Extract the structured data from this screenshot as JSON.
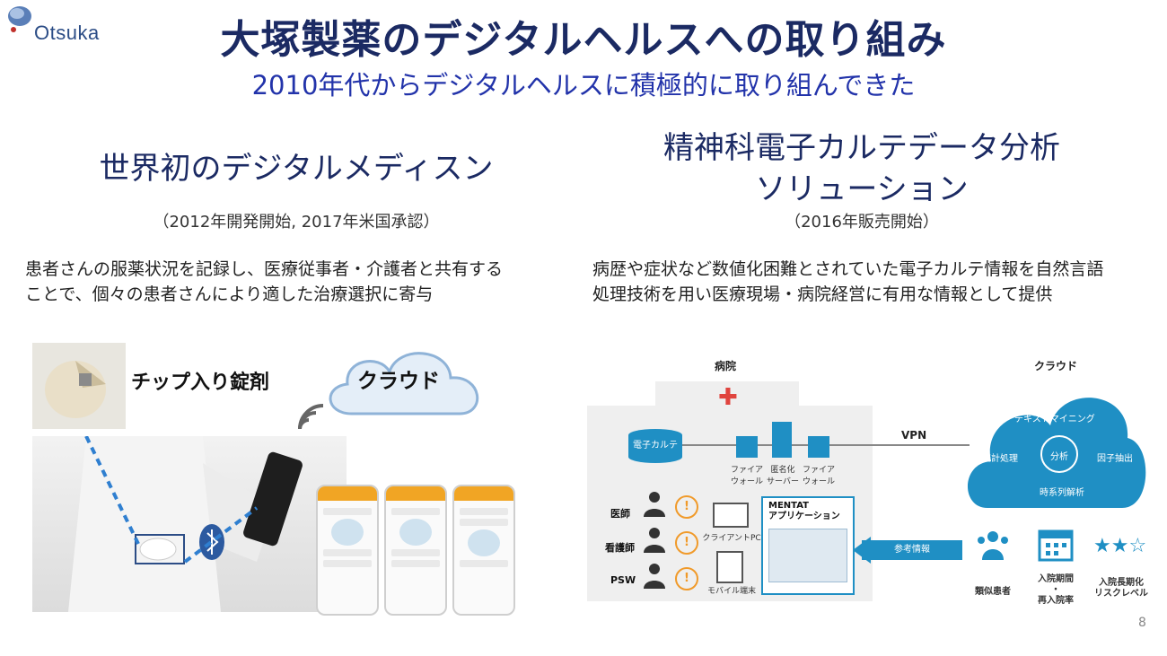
{
  "logo": {
    "text": "Otsuka"
  },
  "title": "大塚製薬のデジタルヘルスへの取り組み",
  "subtitle": "2010年代からデジタルヘルスに積極的に取り組んできた",
  "left": {
    "heading": "世界初のデジタルメディスン",
    "dates": "（2012年開発開始, 2017年米国承認）",
    "body_line1": "患者さんの服薬状況を記録し、医療従事者・介護者と共有する",
    "body_line2": "ことで、個々の患者さんにより適した治療選択に寄与",
    "chip_label": "チップ入り錠剤",
    "cloud_label": "クラウド"
  },
  "right": {
    "heading_line1": "精神科電子カルテデータ分析",
    "heading_line2": "ソリューション",
    "dates": "（2016年販売開始）",
    "body_line1": "病歴や症状など数値化困難とされていた電子カルテ情報を自然言語",
    "body_line2": "処理技術を用い医療現場・病院経営に有用な情報として提供",
    "diagram": {
      "hospital": "病院",
      "cloud": "クラウド",
      "emr": "電子カルテ",
      "firewall1": "ファイア\nウォール",
      "anon_server": "匿名化\nサーバー",
      "firewall2": "ファイア\nウォール",
      "vpn": "VPN",
      "text_mining": "テキストマイニング",
      "stats": "統計処理",
      "analysis": "分析",
      "factor": "因子抽出",
      "timeseries": "時系列解析",
      "roles": [
        "医師",
        "看護師",
        "PSW"
      ],
      "client_pc": "クライアントPC",
      "mobile": "モバイル端末",
      "mentat_line1": "MENTAT",
      "mentat_line2": "アプリケーション",
      "reference": "参考情報",
      "similar": "類似患者",
      "stay_line1": "入院期間",
      "stay_line2": "・",
      "stay_line3": "再入院率",
      "long_line1": "入院長期化",
      "long_line2": "リスクレベル",
      "stars": "★★☆"
    }
  },
  "page_number": "8"
}
